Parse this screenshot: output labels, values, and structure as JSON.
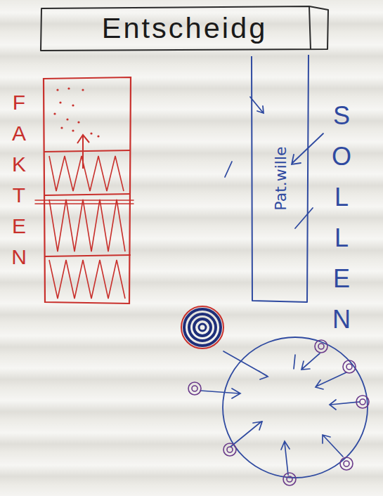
{
  "diagram": {
    "nodes": [
      {
        "text": [
          "Entscheidg"
        ]
      },
      {
        "text": [
          "Pat.wille"
        ]
      }
    ],
    "labels": [
      "FAKTEN",
      "SOLLEN"
    ]
  }
}
